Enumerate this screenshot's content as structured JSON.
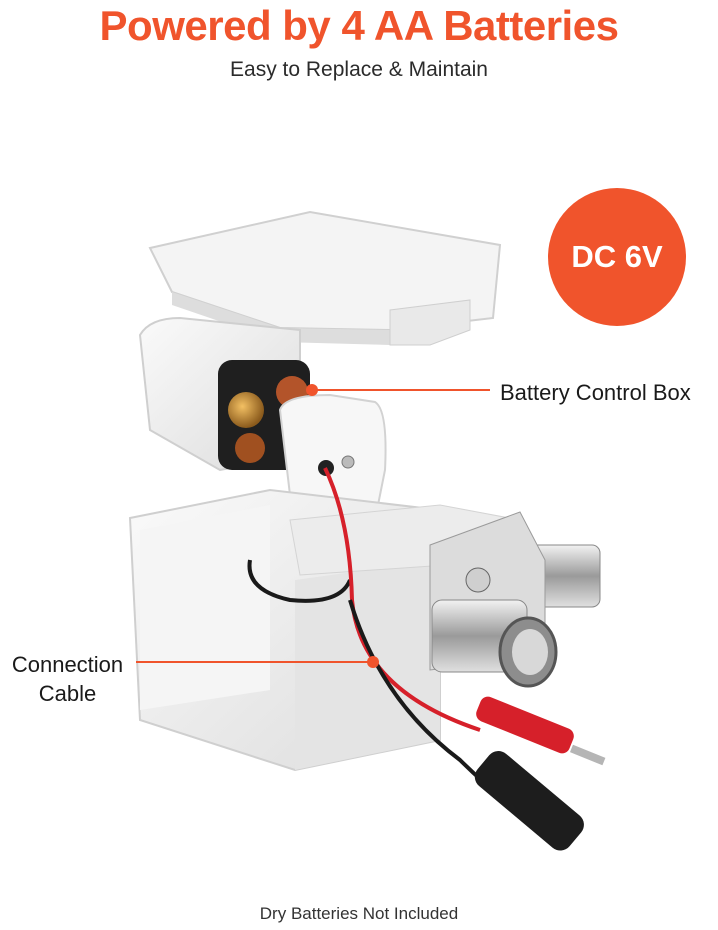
{
  "header": {
    "title": "Powered by 4 AA Batteries",
    "subtitle": "Easy to Replace & Maintain"
  },
  "badge": {
    "label": "DC 6V"
  },
  "callouts": {
    "battery_box": "Battery Control Box",
    "cable_line1": "Connection",
    "cable_line2": "Cable"
  },
  "footer": {
    "note": "Dry Batteries Not Included"
  },
  "colors": {
    "accent": "#f0542c",
    "text": "#1a1a1a"
  }
}
